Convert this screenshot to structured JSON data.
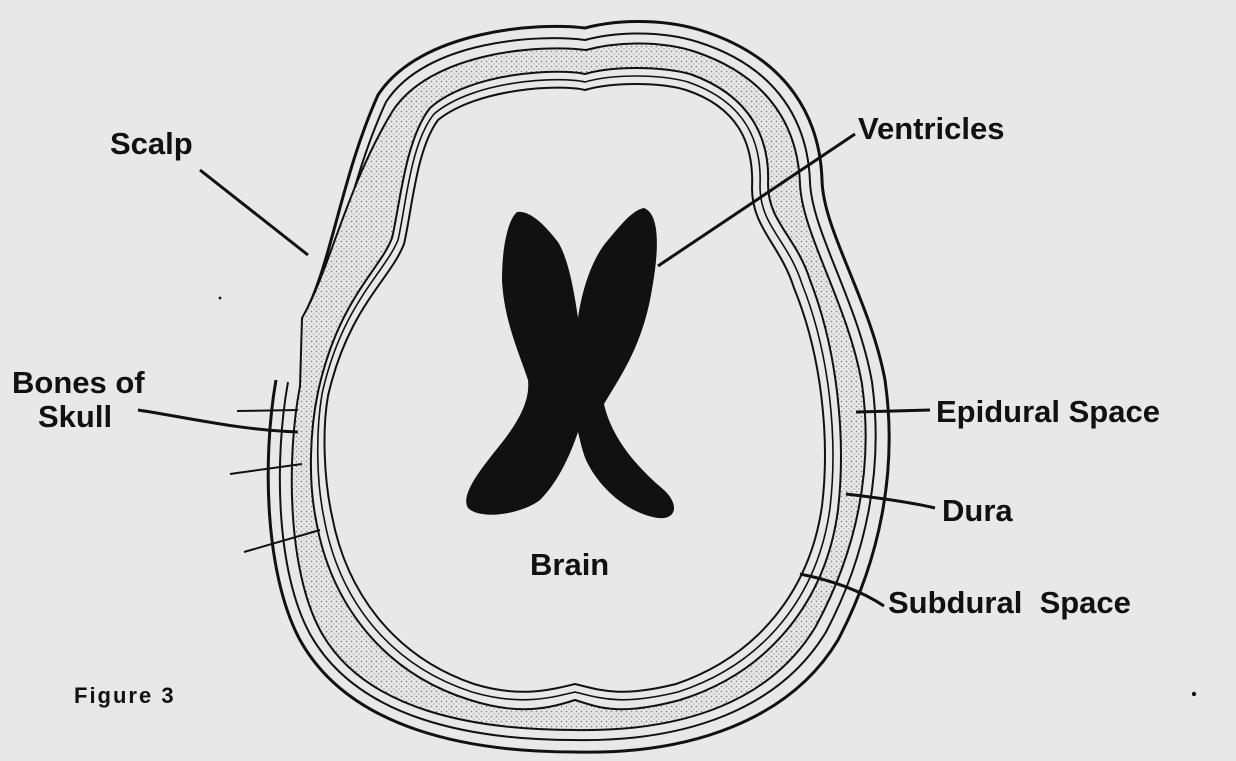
{
  "labels": {
    "scalp": "Scalp",
    "ventricles": "Ventricles",
    "bones_line1": "Bones of",
    "bones_line2": "Skull",
    "epidural": "Epidural Space",
    "dura": "Dura",
    "subdural": "Subdural  Space",
    "brain": "Brain",
    "figure": "Figure 3"
  },
  "colors": {
    "background": "#e8e8e8",
    "ink": "#111111",
    "stipple": "#9a9a9a"
  }
}
